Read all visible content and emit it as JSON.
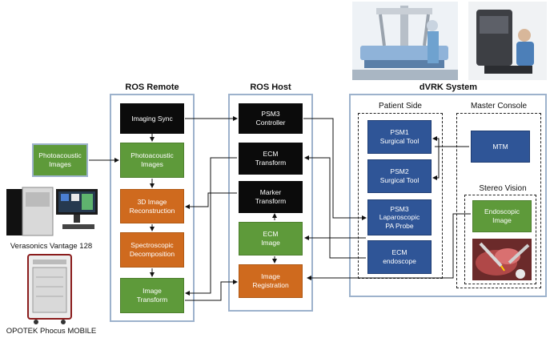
{
  "panels": {
    "ros_remote": "ROS Remote",
    "ros_host": "ROS Host",
    "dvrk": "dVRK System",
    "patient_side": "Patient Side",
    "master_console": "Master Console",
    "stereo_vision": "Stereo Vision"
  },
  "nodes": {
    "photoacoustic_input": "Photoacoustic\nImages",
    "imaging_sync": "Imaging Sync",
    "photoacoustic_images": "Photoacoustic\nImages",
    "recon": "3D Image\nReconstruction",
    "spectro": "Spectroscopic\nDecomposition",
    "image_transform": "Image\nTransform",
    "psm3_controller": "PSM3\nController",
    "ecm_transform": "ECM\nTransform",
    "marker_transform": "Marker\nTransform",
    "ecm_image": "ECM\nImage",
    "image_registration": "Image\nRegistration",
    "psm1": "PSM1\nSurgical Tool",
    "psm2": "PSM2\nSurgical Tool",
    "psm3_probe": "PSM3\nLaparoscopic\nPA Probe",
    "ecm_endoscope": "ECM\nendoscope",
    "mtm": "MTM",
    "endoscopic_image": "Endoscopic\nImage"
  },
  "devices": {
    "verasonics": "Verasonics Vantage 128",
    "opotek": "OPOTEK Phocus MOBILE"
  },
  "colors": {
    "black": "#0b0b0b",
    "green": "#5e9a3a",
    "orange": "#cf6a1e",
    "blue": "#2f5597",
    "panel_border": "#9db2cc"
  }
}
